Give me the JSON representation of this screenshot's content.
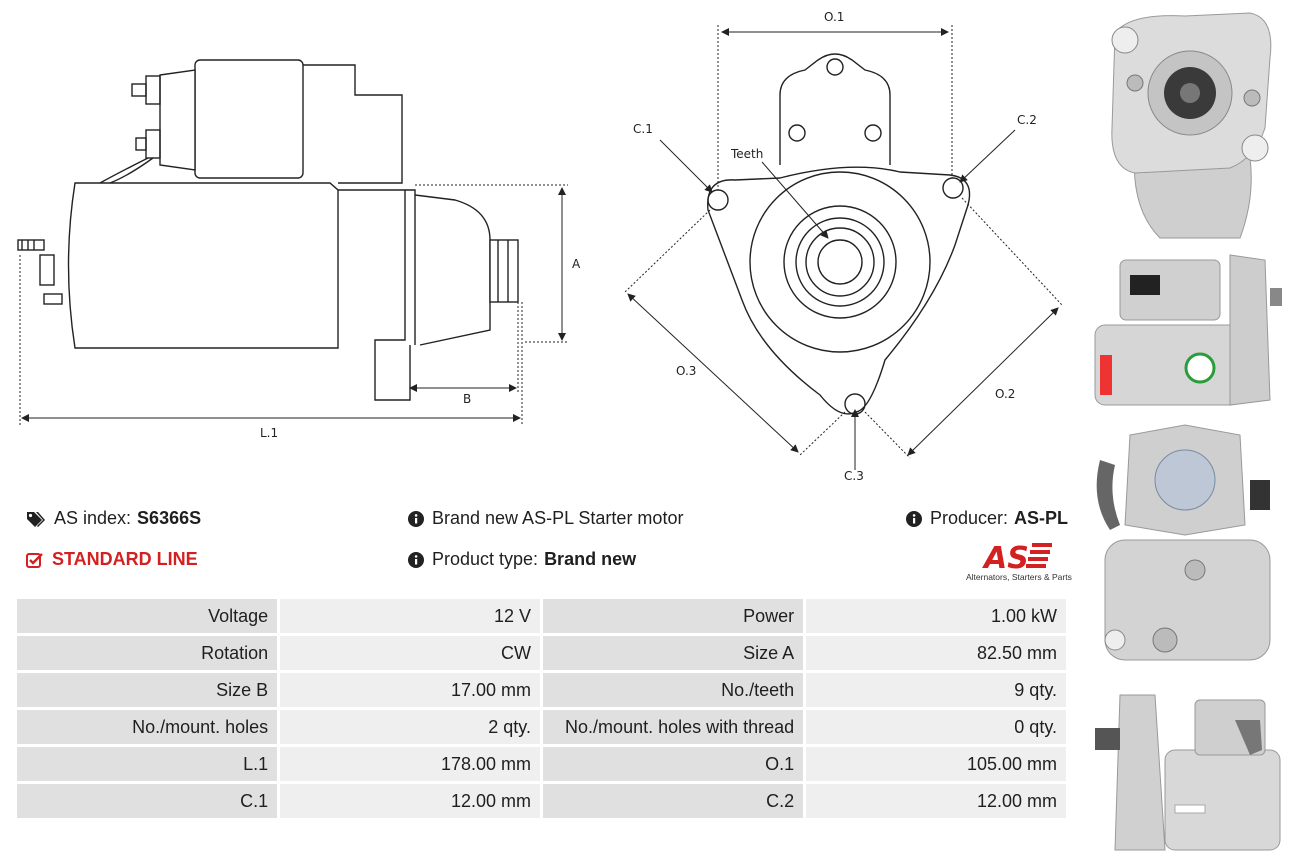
{
  "header": {
    "as_index_label": "AS index:",
    "as_index_value": "S6366S",
    "line_label": "STANDARD LINE",
    "description": "Brand new AS-PL Starter motor",
    "product_type_label": "Product type:",
    "product_type_value": "Brand new",
    "producer_label": "Producer:",
    "producer_value": "AS-PL"
  },
  "logo": {
    "mark": "AS",
    "tagline": "Alternators, Starters & Parts"
  },
  "drawing_labels": {
    "side": {
      "A": "A",
      "B": "B",
      "L1": "L.1"
    },
    "front": {
      "O1": "O.1",
      "O2": "O.2",
      "O3": "O.3",
      "C1": "C.1",
      "C2": "C.2",
      "C3": "C.3",
      "teeth": "Teeth"
    }
  },
  "specs": [
    {
      "k1": "Voltage",
      "v1": "12 V",
      "k2": "Power",
      "v2": "1.00 kW"
    },
    {
      "k1": "Rotation",
      "v1": "CW",
      "k2": "Size A",
      "v2": "82.50 mm"
    },
    {
      "k1": "Size B",
      "v1": "17.00 mm",
      "k2": "No./teeth",
      "v2": "9 qty."
    },
    {
      "k1": "No./mount. holes",
      "v1": "2 qty.",
      "k2": "No./mount. holes with thread",
      "v2": "0 qty."
    },
    {
      "k1": "L.1",
      "v1": "178.00 mm",
      "k2": "O.1",
      "v2": "105.00 mm"
    },
    {
      "k1": "C.1",
      "v1": "12.00 mm",
      "k2": "C.2",
      "v2": "12.00 mm"
    }
  ],
  "colors": {
    "accent_red": "#d32020",
    "key_cell": "#e0e0e0",
    "value_cell": "#efefef"
  },
  "icons": {
    "tags": "tags-icon",
    "check": "check-square-icon",
    "info": "info-circle-icon"
  }
}
